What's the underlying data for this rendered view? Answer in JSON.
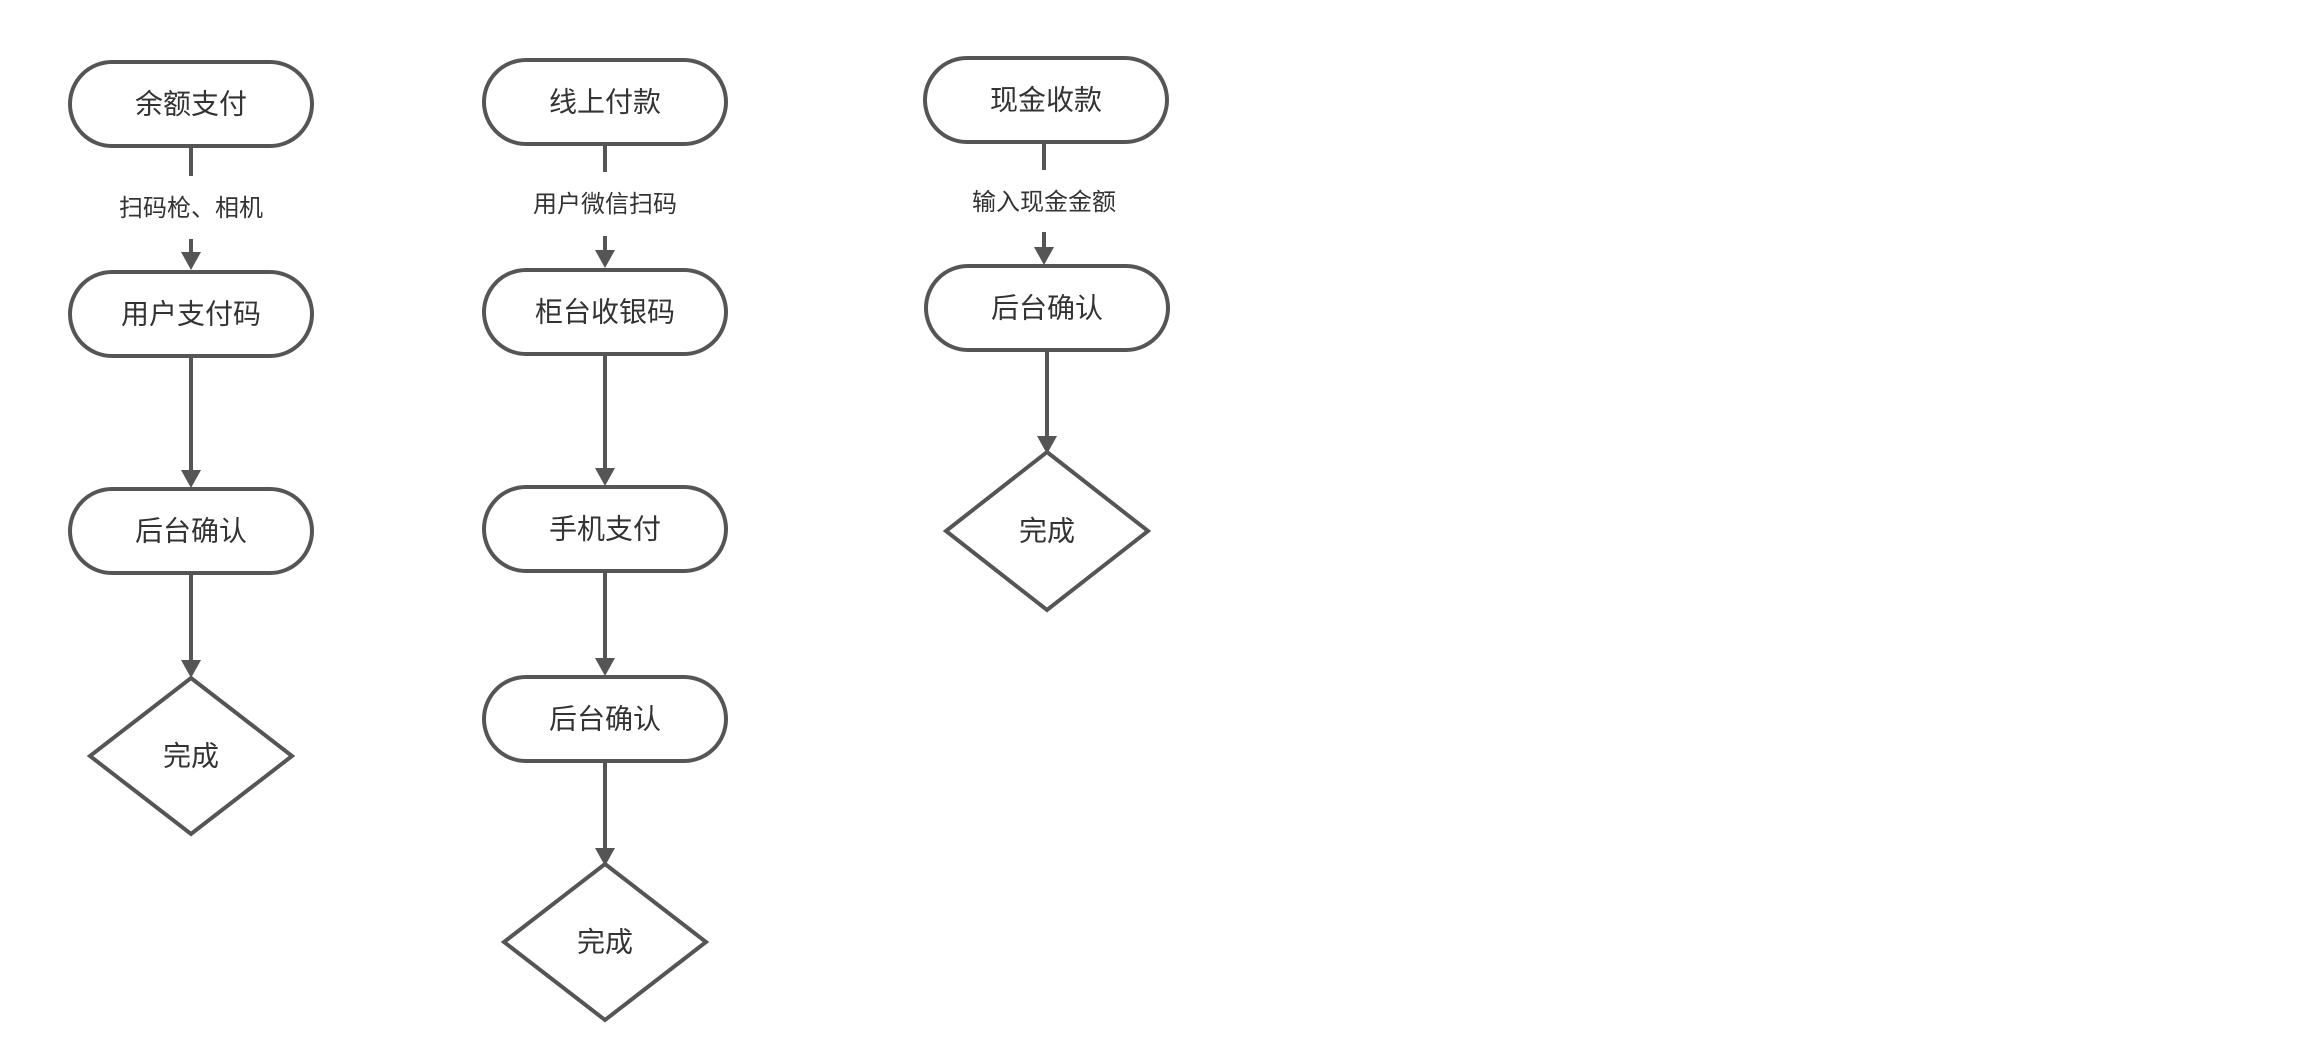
{
  "colors": {
    "background": "#ffffff",
    "stroke": "#555555",
    "text": "#333333"
  },
  "flows": [
    {
      "nodes": [
        {
          "label": "余额支付",
          "shape": "terminal"
        },
        {
          "label": "用户支付码",
          "shape": "terminal"
        },
        {
          "label": "后台确认",
          "shape": "terminal"
        },
        {
          "label": "完成",
          "shape": "decision"
        }
      ],
      "edges": [
        {
          "label": "扫码枪、相机"
        },
        {
          "label": ""
        },
        {
          "label": ""
        }
      ]
    },
    {
      "nodes": [
        {
          "label": "线上付款",
          "shape": "terminal"
        },
        {
          "label": "柜台收银码",
          "shape": "terminal"
        },
        {
          "label": "手机支付",
          "shape": "terminal"
        },
        {
          "label": "后台确认",
          "shape": "terminal"
        },
        {
          "label": "完成",
          "shape": "decision"
        }
      ],
      "edges": [
        {
          "label": "用户微信扫码"
        },
        {
          "label": ""
        },
        {
          "label": ""
        },
        {
          "label": ""
        }
      ]
    },
    {
      "nodes": [
        {
          "label": "现金收款",
          "shape": "terminal"
        },
        {
          "label": "后台确认",
          "shape": "terminal"
        },
        {
          "label": "完成",
          "shape": "decision"
        }
      ],
      "edges": [
        {
          "label": "输入现金金额"
        },
        {
          "label": ""
        }
      ]
    }
  ]
}
